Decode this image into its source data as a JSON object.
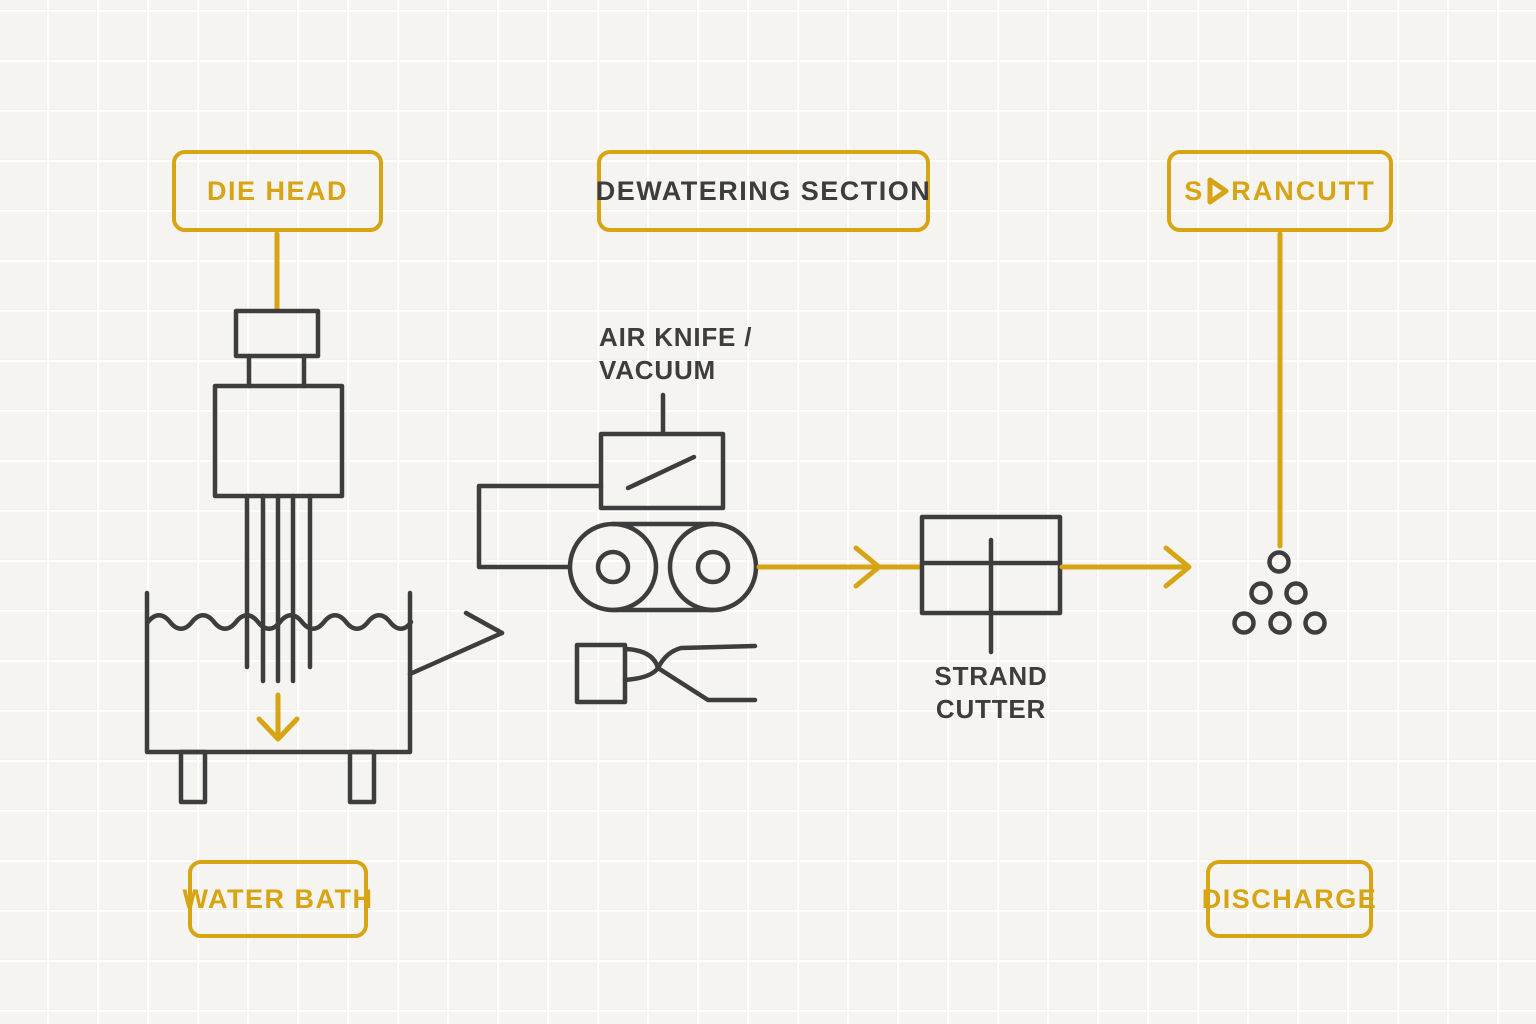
{
  "colors": {
    "accent": "#d7a513",
    "ink": "#3d3d3d",
    "background": "#f5f4f1"
  },
  "stage_boxes": {
    "die_head": "DIE HEAD",
    "dewatering_section": "DEWATERING SECTION",
    "brand": {
      "prefix": "S",
      "glyph": "play-triangle-icon",
      "suffix": "RANCUTT"
    },
    "water_bath": "WATER BATH",
    "discharge": "DISCHARGE"
  },
  "annotations": {
    "air_knife": {
      "line1": "AIR KNIFE /",
      "line2": "VACUUM"
    },
    "strand_cutter": {
      "line1": "STRAND",
      "line2": "CUTTER"
    }
  },
  "symbols": [
    "die-head-symbol",
    "water-bath-symbol",
    "bath-exit-arrow",
    "air-knife-symbol",
    "roller-pair-symbol",
    "vacuum-nozzle-symbol",
    "strand-cutter-symbol",
    "pellets-symbol",
    "flow-arrow-to-cutter",
    "flow-arrow-to-discharge",
    "water-down-arrow"
  ]
}
